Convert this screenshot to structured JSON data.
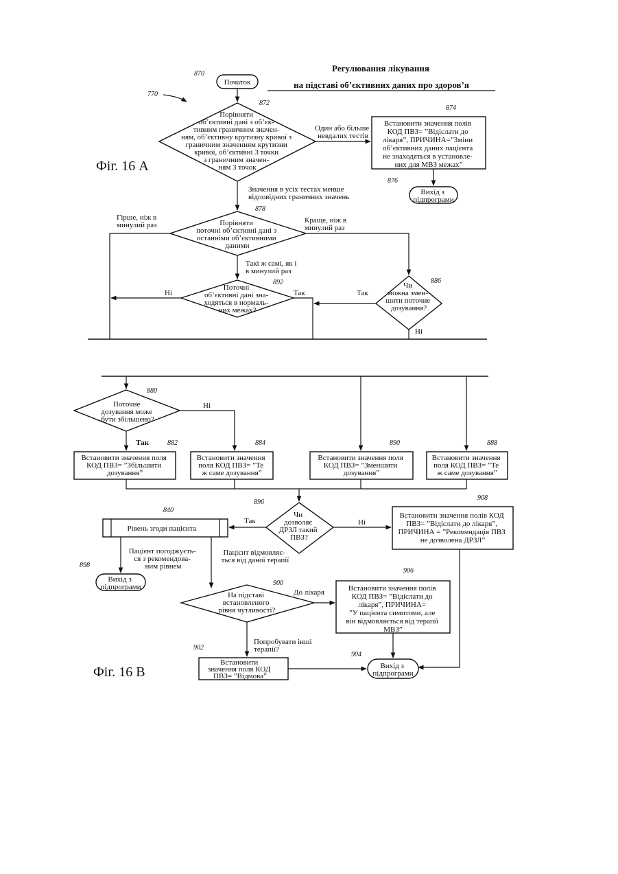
{
  "header": {
    "title_line1": "Регулювання лікування",
    "title_line2": "на підставі об’єктивних даних про здоров’я",
    "ref_start": "870",
    "ref_main": "770"
  },
  "figures": {
    "fig_a": "Фіг. 16 А",
    "fig_b": "Фіг. 16 В"
  },
  "nodes": {
    "start": {
      "label": "Початок"
    },
    "n872": {
      "ref": "872",
      "lines": [
        "Порівняти",
        "об’єктивні дані з об’єк-",
        "тивним граничним значен-",
        "ням, об’єктивну крутизну кривої з",
        "граничним значенням крутизни",
        "кривої, об’єктивні 3 точки",
        "з граничним значен-",
        "ням 3 точок"
      ]
    },
    "n874": {
      "ref": "874",
      "lines": [
        "Встановити значення полів",
        "КОД ПВЗ= ”Відіслати до",
        "лікаря”, ПРИЧИНА=”Зміни",
        "об’єктивних даних пацієнта",
        "не знаходяться в установле-",
        "них для МВЗ межах”"
      ]
    },
    "n876": {
      "ref": "876",
      "lines": [
        "Вихід з",
        "підпрограми"
      ]
    },
    "n878": {
      "ref": "878",
      "lines": [
        "Порівняти",
        "поточні об’єктивні дані з",
        "останніми об’єктивними",
        "даними"
      ]
    },
    "n892": {
      "ref": "892",
      "lines": [
        "Поточні",
        "об’єктивні дані зна-",
        "ходяться в нормаль-",
        "них межах?"
      ]
    },
    "n886": {
      "ref": "886",
      "lines": [
        "Чи",
        "можна змен-",
        "шити поточне",
        "дозування?"
      ]
    },
    "n880": {
      "ref": "880",
      "lines": [
        "Поточне",
        "дозування може",
        "бути збільшено?"
      ]
    },
    "n882": {
      "ref": "882",
      "lines": [
        "Встановити значення поля",
        "КОД ПВЗ= ”Збільшити",
        "дозування”"
      ]
    },
    "n884": {
      "ref": "884",
      "lines": [
        "Встановити значення",
        "поля КОД ПВЗ= ”Те",
        "ж саме дозування”"
      ]
    },
    "n890": {
      "ref": "890",
      "lines": [
        "Встановити значення поля",
        "КОД ПВЗ= ”Зменшити",
        "дозування”"
      ]
    },
    "n888": {
      "ref": "888",
      "lines": [
        "Встановити значення",
        "поля КОД ПВЗ= ”Те",
        "ж саме дозування”"
      ]
    },
    "n896": {
      "ref": "896",
      "lines": [
        "Чи",
        "дозволяє",
        "ДРЗЛ такий",
        "ПВЗ?"
      ]
    },
    "n908": {
      "ref": "908",
      "lines": [
        "Встановити значення полів КОД",
        "ПВЗ= ”Відіслати до лікаря”,",
        "ПРИЧИНА = ”Рекомендація ПВЗ",
        "не дозволена ДРЗЛ”"
      ]
    },
    "n840": {
      "ref": "840",
      "label": "Рівень згоди пацієнта"
    },
    "n898": {
      "ref": "898",
      "lines": [
        "Вихід з",
        "підпрограми"
      ]
    },
    "n900": {
      "ref": "900",
      "lines": [
        "На підставі",
        "встановленого",
        "рівня чутливості?"
      ]
    },
    "n906": {
      "ref": "906",
      "lines": [
        "Встановити значення полів",
        "КОД ПВЗ= ”Відіслати до",
        "лікаря”, ПРИЧИНА=",
        "”У пацієнта симптоми, але",
        "він відмовляється від терапії",
        "МВЗ”"
      ]
    },
    "n902": {
      "ref": "902",
      "lines": [
        "Встановити",
        "значення поля КОД",
        "ПВЗ= ”Відмова”"
      ]
    },
    "n904": {
      "ref": "904",
      "lines": [
        "Вихід з",
        "підпрограми"
      ]
    }
  },
  "edges": {
    "fail_tests": [
      "Один або більше",
      "невдалих тестів"
    ],
    "all_pass": [
      "Значення в усіх тестах менше",
      "відповідних граничних значень"
    ],
    "worse": [
      "Гірше, ніж в",
      "минулий раз"
    ],
    "better": [
      "Краще, ніж в",
      "минулий раз"
    ],
    "same": [
      "Такі ж самі, як і",
      "в минулий раз"
    ],
    "n892_no": "Ні",
    "n892_yes": "Так",
    "n886_yes": "Так",
    "n886_no": "Ні",
    "n880_no": "Ні",
    "n880_yes": "Так",
    "n896_yes": "Так",
    "n896_no": "Ні",
    "agrees": [
      "Пацієнт погоджуєть-",
      "ся з  рекомендова-",
      "ним рівнем"
    ],
    "refuses": [
      "Пацієнт відмовляє-",
      "ться від даної терапії"
    ],
    "to_doctor": "До лікаря",
    "try_other": [
      "Попробувати інші",
      "терапії?"
    ]
  }
}
